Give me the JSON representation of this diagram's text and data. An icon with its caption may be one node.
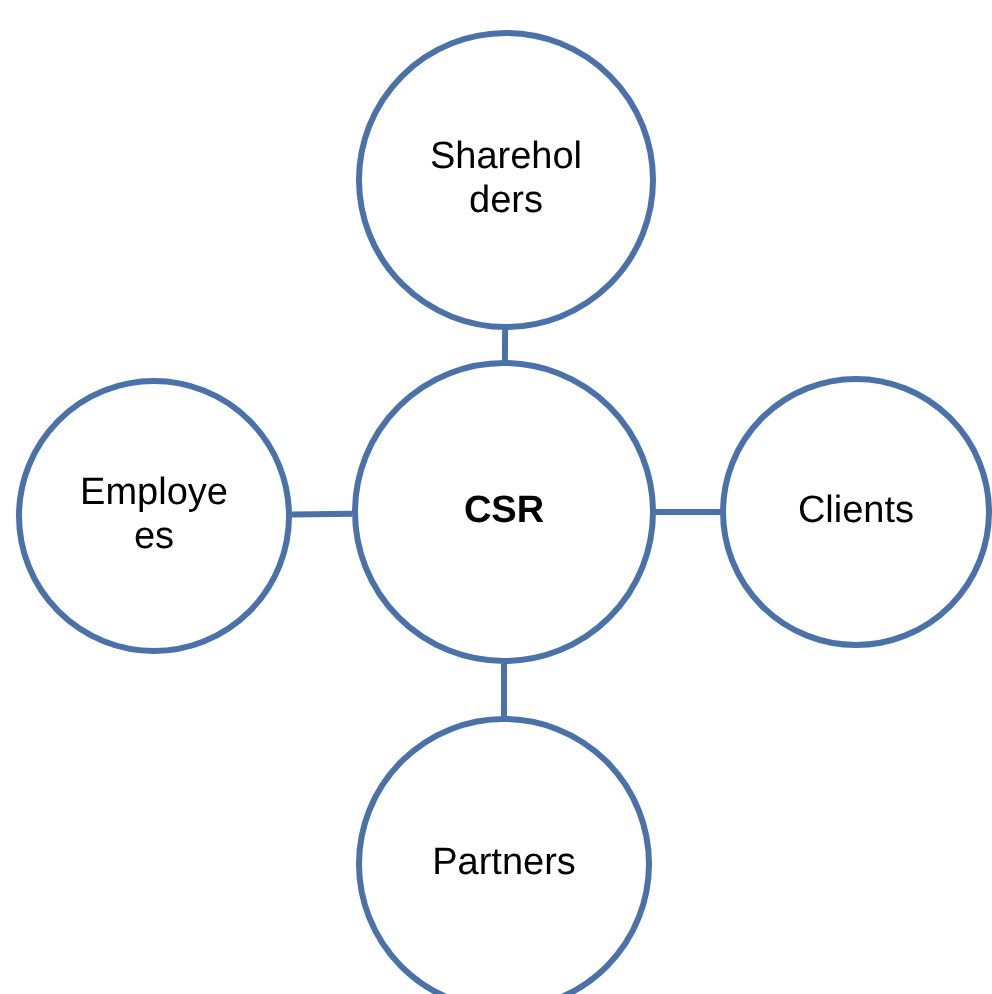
{
  "diagram": {
    "nodes": [
      {
        "text": [
          "Shareholders"
        ]
      },
      {
        "text": [
          "Employees"
        ]
      },
      {
        "text": [
          "CSR"
        ]
      },
      {
        "text": [
          "Clients"
        ]
      },
      {
        "text": [
          "Partners"
        ]
      }
    ],
    "edges": [
      {
        "from": 2,
        "to": 0,
        "arrow": "none"
      },
      {
        "from": 2,
        "to": 1,
        "arrow": "none"
      },
      {
        "from": 2,
        "to": 3,
        "arrow": "none"
      },
      {
        "from": 2,
        "to": 4,
        "arrow": "none"
      }
    ]
  }
}
